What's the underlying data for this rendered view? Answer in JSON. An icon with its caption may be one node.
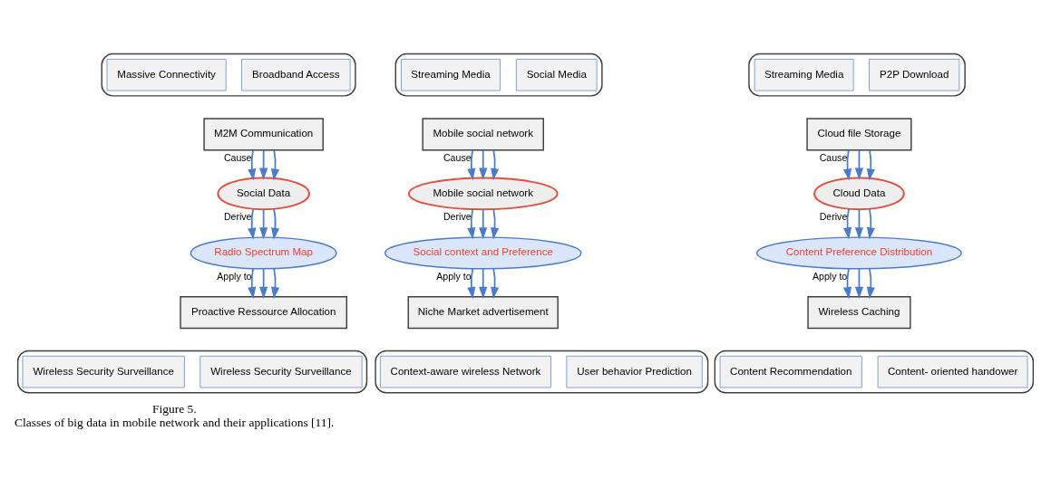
{
  "diagram": {
    "title": "Figure 5.",
    "caption": "Classes of big data in mobile network and their applications [11].",
    "nodes": [
      {
        "text": [],
        "shape": "box"
      },
      {
        "text": [
          "Broadband Access"
        ],
        "in": 0
      },
      {
        "text": [
          "Massive Connectivity"
        ],
        "in": 0
      },
      {
        "text": [
          "M2M Communication"
        ]
      },
      {
        "text": [
          "Social Data"
        ]
      },
      {
        "text": [
          "Radio Spectrum Map"
        ]
      },
      {
        "text": [
          "Proactive Ressource Allocation"
        ]
      },
      {
        "text": [],
        "shape": "box"
      },
      {
        "text": [
          "Wireless Security Surveillance"
        ],
        "in": 7
      },
      {
        "text": [
          "Wireless Security Surveillance"
        ],
        "in": 7
      },
      {
        "text": [],
        "shape": "box"
      },
      {
        "text": [
          "Social Media"
        ],
        "in": 10
      },
      {
        "text": [
          "Streaming Media"
        ],
        "in": 10
      },
      {
        "text": [
          "Mobile social network"
        ]
      },
      {
        "text": [
          "Mobile social network"
        ]
      },
      {
        "text": [
          "Social context and Preference"
        ]
      },
      {
        "text": [
          "Niche Market advertisement"
        ]
      },
      {
        "text": [],
        "shape": "box"
      },
      {
        "text": [
          "User behavior Prediction"
        ],
        "in": 17
      },
      {
        "text": [
          "Context-aware wireless Network"
        ],
        "in": 17
      },
      {
        "text": [],
        "shape": "box"
      },
      {
        "text": [
          "P2P Download"
        ],
        "in": 20
      },
      {
        "text": [
          "Streaming Media"
        ],
        "in": 20
      },
      {
        "text": [
          "Cloud file Storage"
        ]
      },
      {
        "text": [
          "Cloud Data"
        ]
      },
      {
        "text": [
          "Content Preference Distribution"
        ]
      },
      {
        "text": [
          "Wireless Caching"
        ]
      },
      {
        "text": [],
        "shape": "box"
      },
      {
        "text": [
          "Content- oriented handower"
        ],
        "in": 27
      },
      {
        "text": [
          "Content Recommendation"
        ],
        "in": 27
      }
    ],
    "edges": [
      {
        "from": 3,
        "to": 4,
        "arrow": "to",
        "label": "Cause"
      },
      {
        "from": 3,
        "to": 4,
        "arrow": "to"
      },
      {
        "from": 3,
        "to": 4,
        "arrow": "to"
      },
      {
        "from": 4,
        "to": 5,
        "arrow": "to",
        "label": "Derive"
      },
      {
        "from": 4,
        "to": 5,
        "arrow": "to"
      },
      {
        "from": 4,
        "to": 5,
        "arrow": "to"
      },
      {
        "from": 5,
        "to": 6,
        "arrow": "to",
        "label": "Apply to"
      },
      {
        "from": 5,
        "to": 6,
        "arrow": "to"
      },
      {
        "from": 5,
        "to": 6,
        "arrow": "to"
      },
      {
        "from": 13,
        "to": 14,
        "arrow": "to",
        "label": "Cause"
      },
      {
        "from": 13,
        "to": 14,
        "arrow": "to"
      },
      {
        "from": 13,
        "to": 14,
        "arrow": "to"
      },
      {
        "from": 14,
        "to": 15,
        "arrow": "to",
        "label": "Derive"
      },
      {
        "from": 14,
        "to": 15,
        "arrow": "to"
      },
      {
        "from": 14,
        "to": 15,
        "arrow": "to"
      },
      {
        "from": 15,
        "to": 16,
        "arrow": "to",
        "label": "Apply to"
      },
      {
        "from": 15,
        "to": 16,
        "arrow": "to"
      },
      {
        "from": 15,
        "to": 16,
        "arrow": "to"
      },
      {
        "from": 23,
        "to": 24,
        "arrow": "to",
        "label": "Cause"
      },
      {
        "from": 23,
        "to": 24,
        "arrow": "to"
      },
      {
        "from": 23,
        "to": 24,
        "arrow": "to"
      },
      {
        "from": 24,
        "to": 25,
        "arrow": "to",
        "label": "Derive"
      },
      {
        "from": 24,
        "to": 25,
        "arrow": "to"
      },
      {
        "from": 24,
        "to": 25,
        "arrow": "to"
      },
      {
        "from": 25,
        "to": 26,
        "arrow": "to",
        "label": "Apply to"
      },
      {
        "from": 25,
        "to": 26,
        "arrow": "to"
      },
      {
        "from": 25,
        "to": 26,
        "arrow": "to"
      }
    ]
  }
}
